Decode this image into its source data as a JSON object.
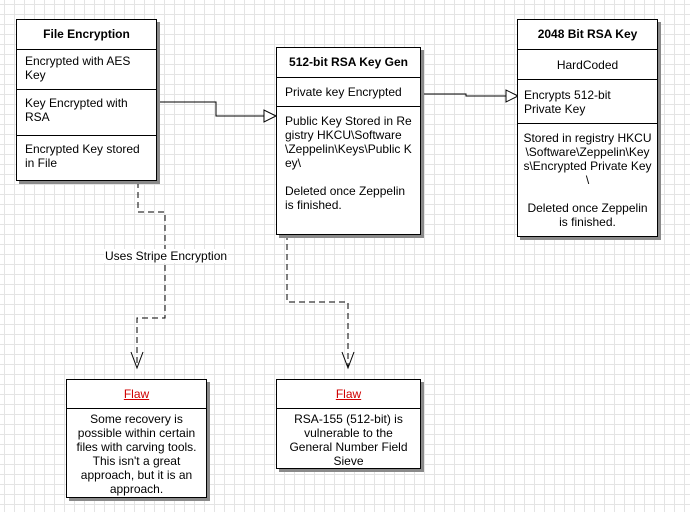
{
  "file_encryption": {
    "title": "File Encryption",
    "rows": [
      "Encrypted with AES Key",
      "Key Encrypted with RSA",
      "Encrypted Key stored in File"
    ]
  },
  "rsa_512": {
    "title": "512-bit RSA Key Gen",
    "row1": "Private key Encrypted",
    "row2_line1": "Public Key Stored in Registry HKCU\\Software\\Zeppelin\\Keys\\Public Key\\",
    "row2_line2": "Deleted once Zeppelin is finished."
  },
  "rsa_2048": {
    "title": "2048 Bit RSA Key",
    "row1": "HardCoded",
    "row2": "Encrypts 512-bit Private Key",
    "row3_line1": "Stored in registry HKCU\\Software\\Zeppelin\\Keys\\Encrypted Private Key\\",
    "row3_line2": "Deleted once Zeppelin is finished."
  },
  "flaw_left": {
    "title": "Flaw",
    "text": "Some recovery is possible within certain files with carving tools. This isn't a great approach, but it is an approach."
  },
  "flaw_right": {
    "title": "Flaw",
    "text": "RSA-155 (512-bit) is vulnerable to the General Number Field Sieve"
  },
  "edge_label": "Uses Stripe Encryption",
  "colors": {
    "flaw_title": "#d00000",
    "grid": "#e4e4e4",
    "shadow": "#8a8a8a"
  }
}
